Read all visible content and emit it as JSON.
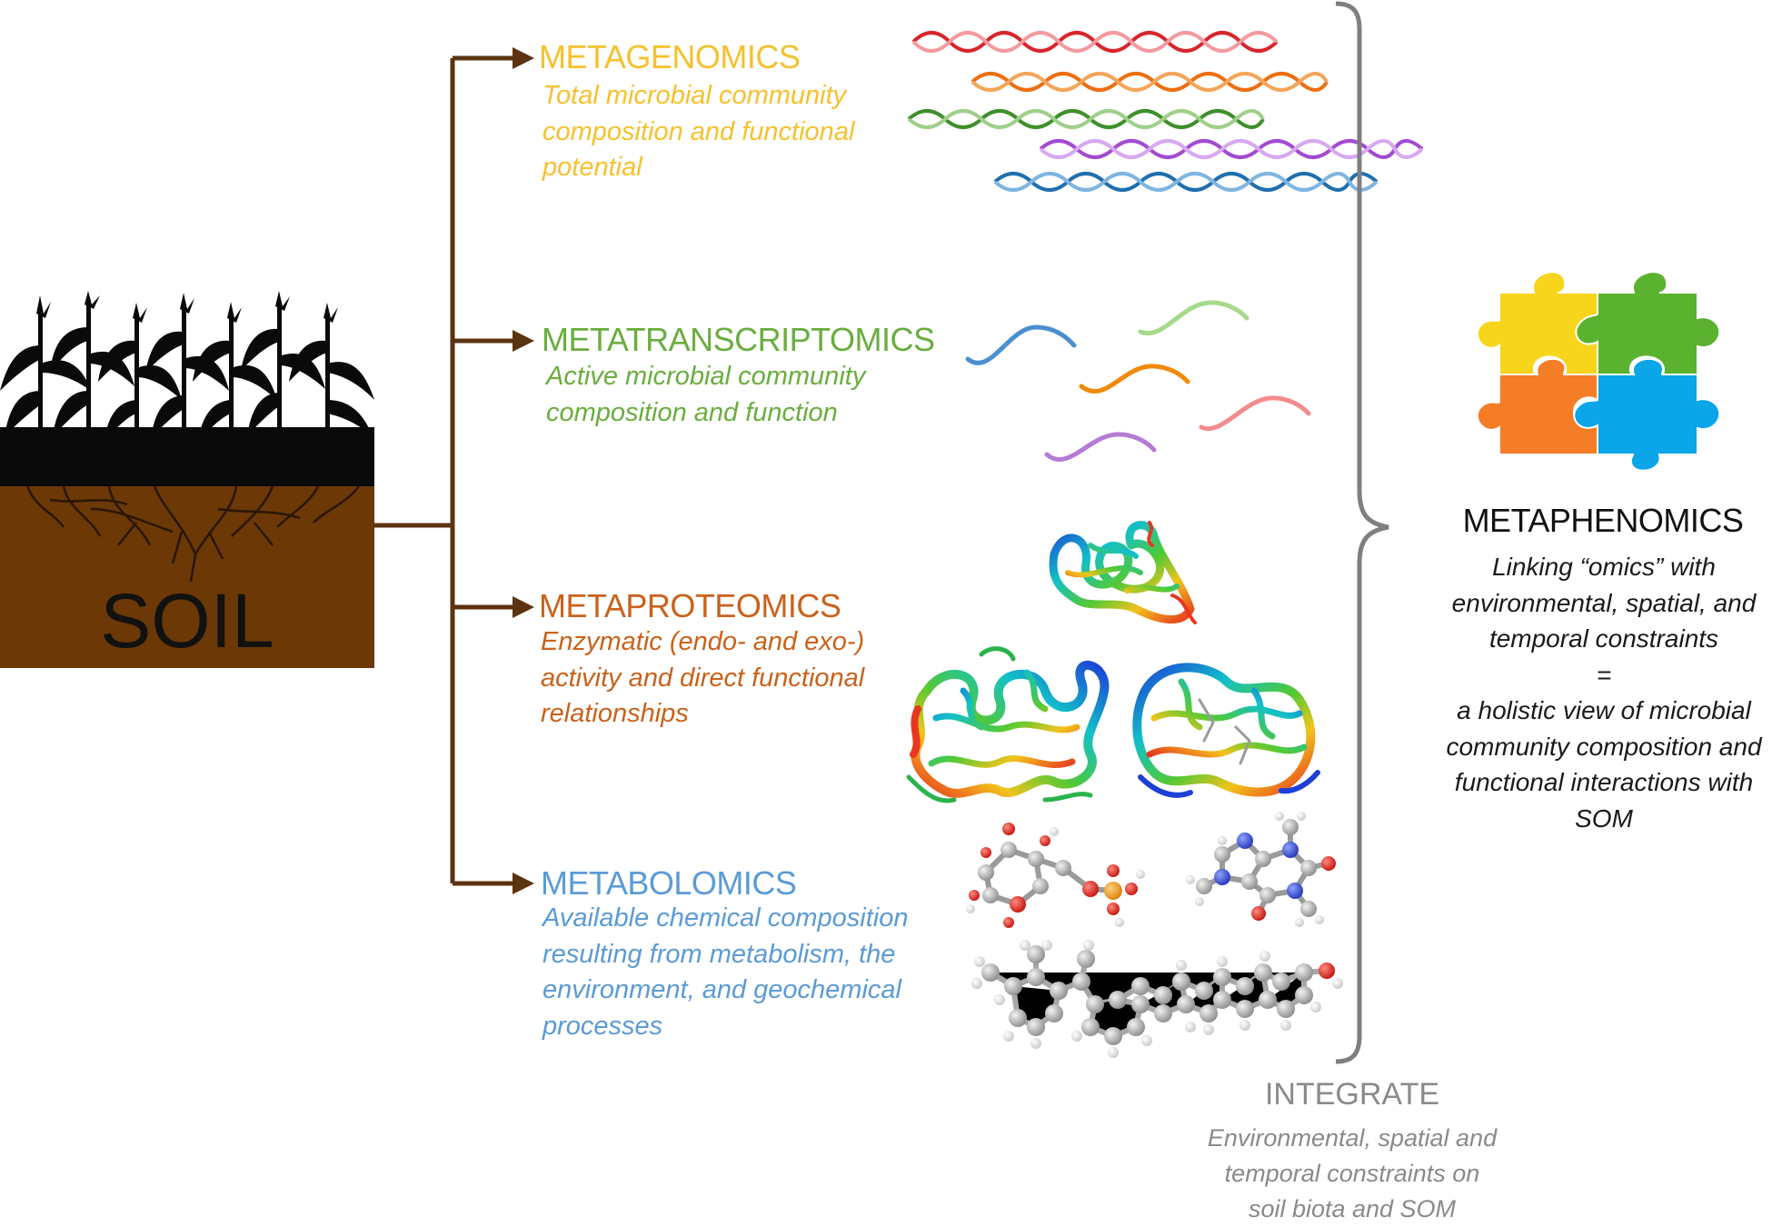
{
  "soil": {
    "label": "SOIL"
  },
  "omics": [
    {
      "title": "METAGENOMICS",
      "color": "#f5c12e",
      "desc": "Total microbial community\ncomposition and functional\npotential"
    },
    {
      "title": "METATRANSCRIPTOMICS",
      "color": "#6aad3f",
      "desc": "Active microbial community\ncomposition and function"
    },
    {
      "title": "METAPROTEOMICS",
      "color": "#c9621c",
      "desc": "Enzymatic (endo- and exo-)\nactivity and direct functional\nrelationships"
    },
    {
      "title": "METABOLOMICS",
      "color": "#5b9bd5",
      "desc": "Available chemical composition\nresulting from metabolism, the\nenvironment, and geochemical\nprocesses"
    }
  ],
  "metaphenomics": {
    "title": "METAPHENOMICS",
    "desc": "Linking “omics” with\nenvironmental, spatial, and\ntemporal constraints\n=\na holistic view of microbial\ncommunity composition and\nfunctional interactions with\nSOM"
  },
  "integrate": {
    "title": "INTEGRATE",
    "desc": "Environmental, spatial and\ntemporal constraints on\nsoil biota and SOM"
  },
  "colors": {
    "soil": "#6b3806",
    "arrow": "#5c3310",
    "brace": "#7f7f7f",
    "puzzle_yellow": "#f7d51c",
    "puzzle_green": "#5ab22e",
    "puzzle_orange": "#f57d26",
    "puzzle_blue": "#0ba5ea"
  }
}
